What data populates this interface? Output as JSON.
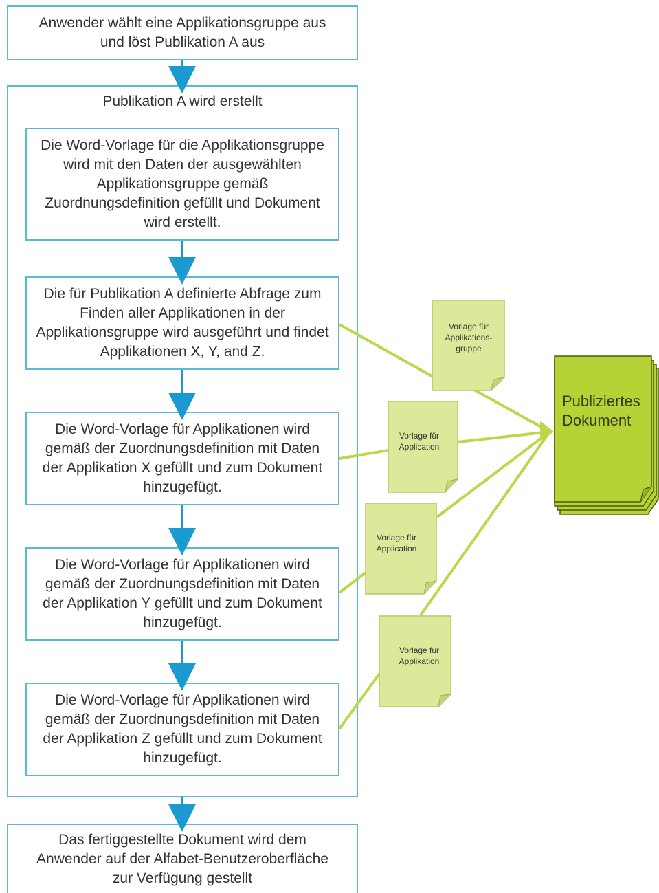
{
  "steps": {
    "start": "Anwender wählt eine Applikationsgruppe aus und löst Publikation A aus",
    "container_title": "Publikation A wird erstellt",
    "fill_group": "Die Word-Vorlage für die Applikationsgruppe wird mit den Daten der ausgewählten Applikationsgruppe gemäß Zuordnungsdefinition gefüllt und Dokument wird erstellt.",
    "query": "Die für Publikation A definierte Abfrage zum Finden aller Applikationen in der Applikationsgruppe wird ausgeführt und findet Applikationen X, Y, and Z.",
    "app_x": "Die Word-Vorlage für Applikationen wird gemäß der Zuordnungsdefinition mit Daten der Applikation X gefüllt und zum Dokument hinzugefügt.",
    "app_y": "Die Word-Vorlage für Applikationen wird gemäß der Zuordnungsdefinition mit Daten der Applikation Y gefüllt und zum Dokument hinzugefügt.",
    "app_z": "Die Word-Vorlage für Applikationen wird gemäß der Zuordnungsdefinition mit Daten der Applikation Z gefüllt und zum Dokument hinzugefügt.",
    "end": "Das fertiggestellte Dokument wird dem Anwender auf der Alfabet-Benutzeroberfläche zur Verfügung gestellt"
  },
  "templates": {
    "group": "Vorlage für Applikations-gruppe",
    "application_1": "Vorlage für Application",
    "application_2": "Vorlage für Application",
    "applikation": "Vorlage fur Applikation"
  },
  "output": {
    "label": "Publiziertes Dokument"
  },
  "colors": {
    "box_border": "#5bb8d6",
    "arrow": "#1a9ad0",
    "note_fill": "#dce99a",
    "doc_fill": "#b5d334",
    "connector": "#b9d84a"
  }
}
